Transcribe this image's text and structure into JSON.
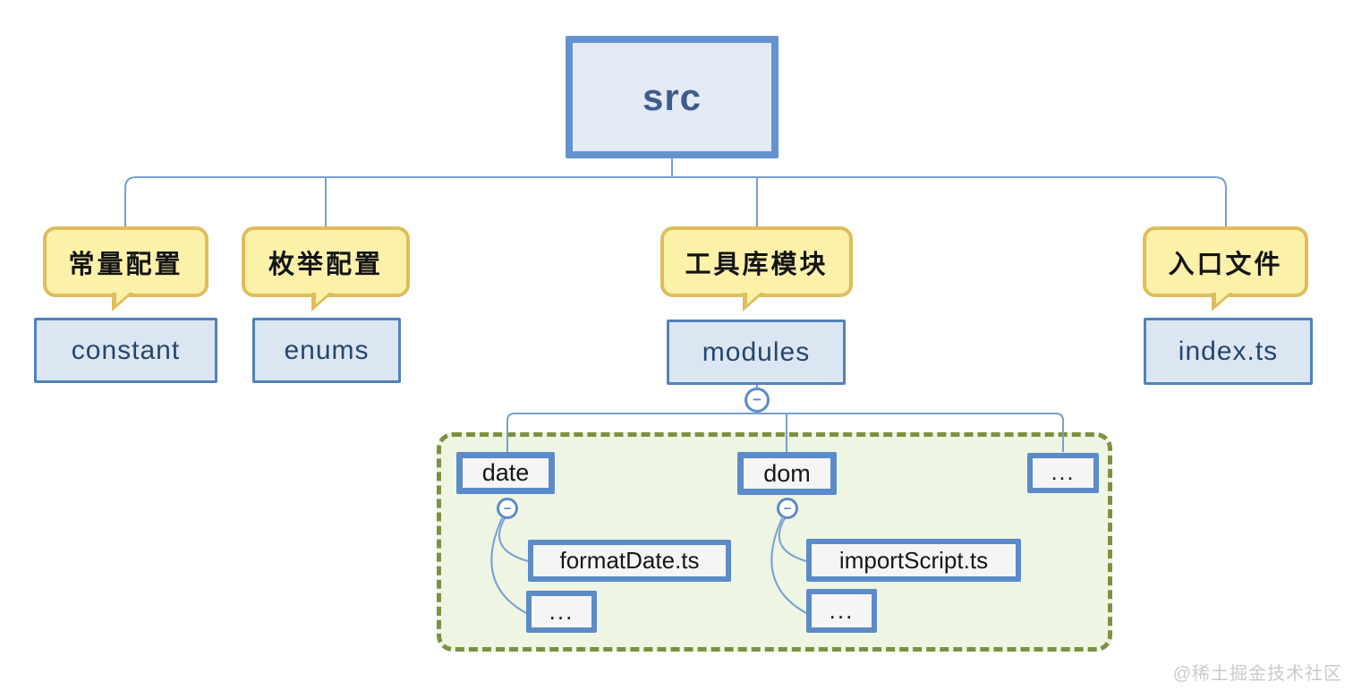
{
  "diagram": {
    "root": {
      "label": "src"
    },
    "branches": [
      {
        "annotation": "常量配置",
        "label": "constant"
      },
      {
        "annotation": "枚举配置",
        "label": "enums"
      },
      {
        "annotation": "工具库模块",
        "label": "modules"
      },
      {
        "annotation": "入口文件",
        "label": "index.ts"
      }
    ],
    "modules_group": {
      "folders": [
        {
          "label": "date",
          "files": [
            "formatDate.ts",
            "..."
          ]
        },
        {
          "label": "dom",
          "files": [
            "importScript.ts",
            "..."
          ]
        },
        {
          "label": "..."
        }
      ]
    },
    "collapse_glyph": "−",
    "watermark": "@稀土掘金技术社区",
    "colors": {
      "node_border_blue": "#4f81bd",
      "node_fill_blue": "#dce6f2",
      "thick_border_blue": "#5b8bc9",
      "root_border_blue": "#6493cf",
      "inner_fill": "#f5f5f5",
      "callout_fill": "#fbf1a9",
      "callout_border": "#dfbd5b",
      "group_fill": "#eef5e2",
      "group_border": "#7c9140",
      "connector": "#769fd2",
      "text_navy": "#24466e",
      "watermark_gray": "#cbcbcb"
    }
  }
}
